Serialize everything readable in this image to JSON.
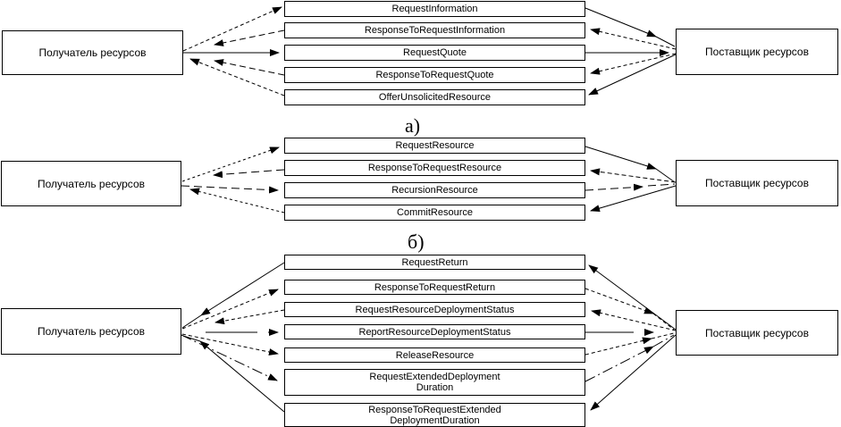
{
  "colors": {
    "line": "#000000",
    "background": "#ffffff"
  },
  "roles": {
    "recipient": "Получатель ресурсов",
    "provider": "Поставщик ресурсов"
  },
  "sections": [
    {
      "label": "а)",
      "messages": [
        "RequestInformation",
        "ResponseToRequestInformation",
        "RequestQuote",
        "ResponseToRequestQuote",
        "OfferUnsolicitedResource"
      ]
    },
    {
      "label": "б)",
      "messages": [
        "RequestResource",
        "ResponseToRequestResource",
        "RecursionResource",
        "CommitResource"
      ]
    },
    {
      "label": "",
      "messages": [
        "RequestReturn",
        "ResponseToRequestReturn",
        "RequestResourceDeploymentStatus",
        "ReportResourceDeploymentStatus",
        "ReleaseResource",
        "RequestExtendedDeployment\nDuration",
        "ResponseToRequestExtended\nDeploymentDuration"
      ]
    }
  ]
}
